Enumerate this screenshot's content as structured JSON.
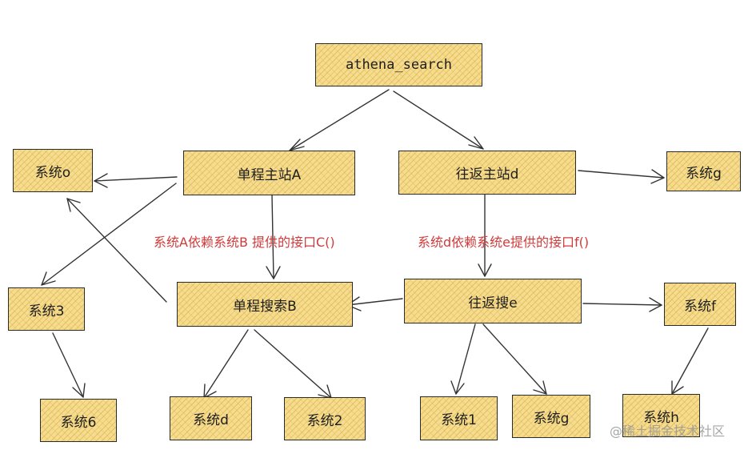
{
  "nodes": {
    "root": "athena_search",
    "single_main": "单程主站A",
    "round_main": "往返主站d",
    "sys_o": "系统o",
    "sys_g_top": "系统g",
    "single_search": "单程搜索B",
    "round_search": "往返搜e",
    "sys_3": "系统3",
    "sys_f": "系统f",
    "sys_6": "系统6",
    "sys_d": "系统d",
    "sys_2": "系统2",
    "sys_1": "系统1",
    "sys_g_bottom": "系统g",
    "sys_h": "系统h"
  },
  "annotations": {
    "left": "系统A依赖系统B  提供的接口C()",
    "right": "系统d依赖系统e提供的接口f()"
  },
  "watermark": "@稀土掘金技术社区",
  "colors": {
    "node_fill": "#f5dc8f",
    "node_border": "#2b2b2b",
    "annotation": "#d23a3a",
    "edge": "#333333"
  },
  "edges": [
    [
      "root",
      "single_main"
    ],
    [
      "root",
      "round_main"
    ],
    [
      "single_main",
      "sys_o"
    ],
    [
      "single_main",
      "sys_3"
    ],
    [
      "single_main",
      "single_search"
    ],
    [
      "single_search",
      "sys_o"
    ],
    [
      "single_search",
      "sys_d"
    ],
    [
      "single_search",
      "sys_2"
    ],
    [
      "round_main",
      "sys_g_top"
    ],
    [
      "round_main",
      "round_search"
    ],
    [
      "round_search",
      "single_search"
    ],
    [
      "round_search",
      "sys_f"
    ],
    [
      "round_search",
      "sys_1"
    ],
    [
      "round_search",
      "sys_g_bottom"
    ],
    [
      "sys_3",
      "sys_6"
    ],
    [
      "sys_f",
      "sys_h"
    ]
  ]
}
